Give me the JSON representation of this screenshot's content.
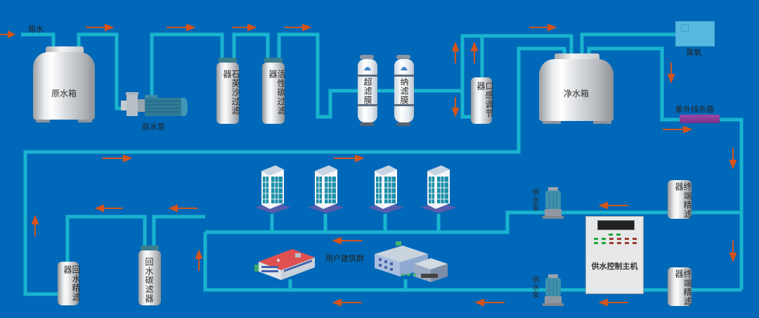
{
  "diagram": {
    "title": "供水处理系统流程图",
    "colors": {
      "background": "#0068b8",
      "pipe": "#19b4cf",
      "arrow": "#d4541a",
      "uv_lamp": "#8a3a96",
      "ozone": "#56b8e0",
      "led_green": "#1dab3a",
      "led_red": "#9c3a32"
    }
  },
  "labels": {
    "raw_water_inlet": "原水",
    "raw_water_tank": "原水箱",
    "raw_water_pump": "原水泵",
    "quartz_sand_filter": "石英沙过滤器",
    "activated_carbon_filter": "活性碳过滤器",
    "ultrafiltration_membrane": "超滤膜",
    "nanofiltration_membrane": "纳滤膜",
    "taste_regulator": "口感调节器",
    "clean_water_tank": "净水箱",
    "ozone": "臭氧",
    "uv_sterilizer": "紫外线杀菌",
    "terminal_filter_1": "终端精滤器",
    "terminal_filter_2": "终端精滤器",
    "supply_pump_1": "供水泵",
    "supply_pump_2": "供水泵",
    "control_host": "供水控制主机",
    "user_buildings": "用户建筑群",
    "return_carbon_filter": "回水碳滤器",
    "return_fine_filter": "回水精滤器"
  },
  "icons": {
    "flow_arrow": "arrow-icon",
    "tank": "tank-icon",
    "pump": "pump-icon",
    "building": "building-icon"
  }
}
